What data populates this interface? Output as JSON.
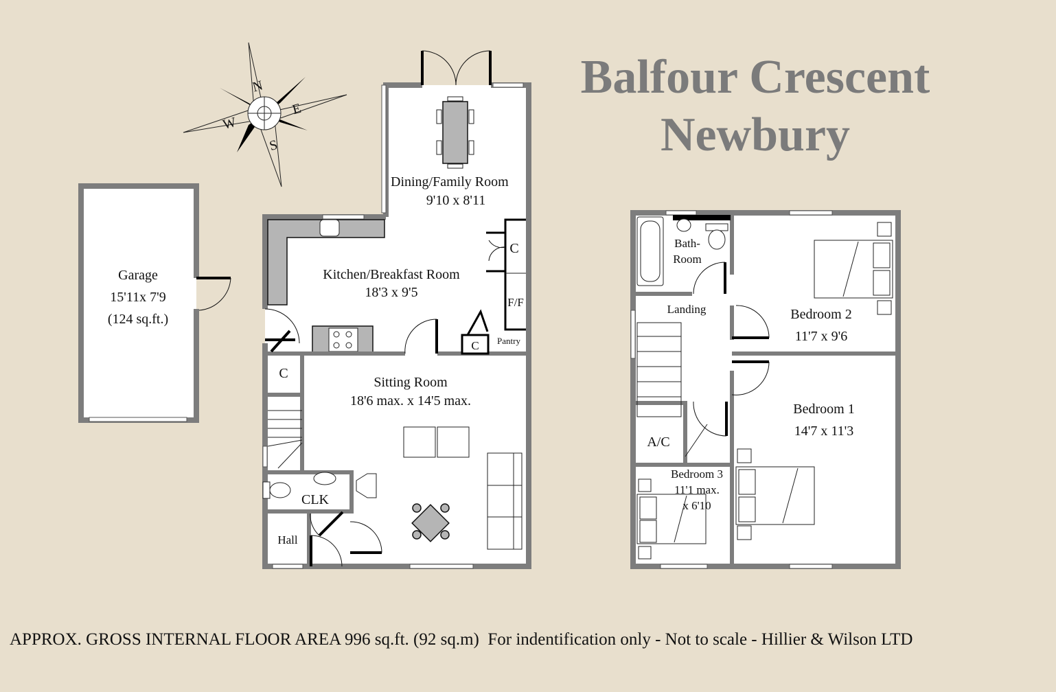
{
  "title": {
    "line1": "Balfour Crescent",
    "line2": "Newbury"
  },
  "compass": {
    "n": "N",
    "e": "E",
    "s": "S",
    "w": "W"
  },
  "garage": {
    "name": "Garage",
    "dims": "15'11x 7'9",
    "area": "(124 sq.ft.)"
  },
  "ground_floor": {
    "dining": {
      "name": "Dining/Family Room",
      "dims": "9'10 x 8'11"
    },
    "kitchen": {
      "name": "Kitchen/Breakfast Room",
      "dims": "18'3 x 9'5"
    },
    "cupboard_kitchen": "C",
    "fridge_freezer": "F/F",
    "pantry_cupboard": "C",
    "pantry": "Pantry",
    "cupboard_hall": "C",
    "sitting": {
      "name": "Sitting Room",
      "dims": "18'6 max. x 14'5 max."
    },
    "clk": "CLK",
    "hall": "Hall"
  },
  "first_floor": {
    "bathroom": {
      "line1": "Bath-",
      "line2": "Room"
    },
    "landing": "Landing",
    "bedroom2": {
      "name": "Bedroom 2",
      "dims": "11'7 x 9'6"
    },
    "bedroom1": {
      "name": "Bedroom 1",
      "dims": "14'7 x 11'3"
    },
    "airing_cupboard": "A/C",
    "bedroom3": {
      "name": "Bedroom 3",
      "dims1": "11'1 max.",
      "dims2": "x 6'10"
    }
  },
  "footer": "APPROX. GROSS INTERNAL FLOOR AREA 996 sq.ft. (92 sq.m)  For indentification only - Not to scale - Hillier & Wilson LTD"
}
